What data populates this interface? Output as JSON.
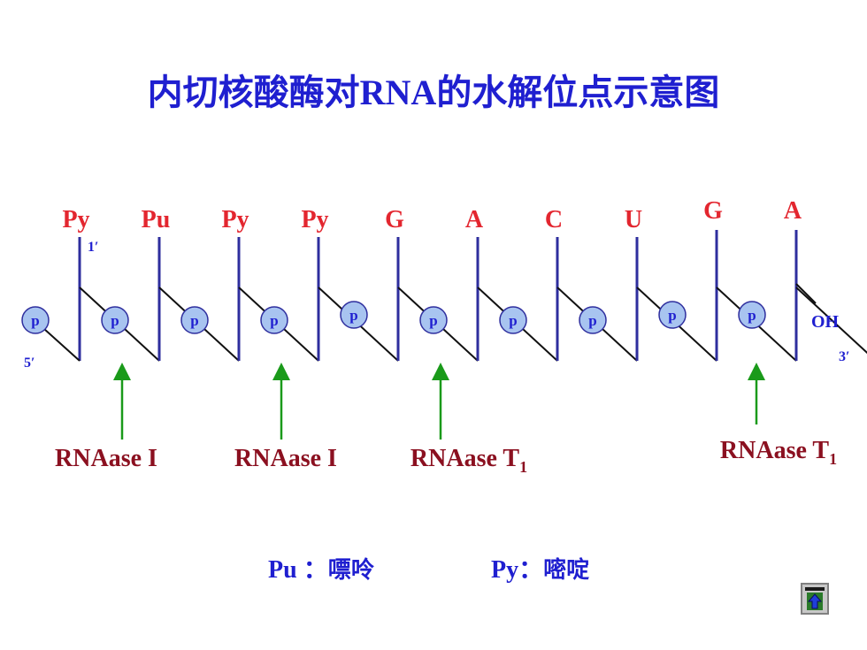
{
  "title": "内切核酸酶对RNA的水解位点示意图",
  "bases": [
    "Py",
    "Pu",
    "Py",
    "Py",
    "G",
    "A",
    "C",
    "U",
    "G",
    "A"
  ],
  "phosphate_label": "p",
  "labels": {
    "five_prime": "5′",
    "three_prime": "3′",
    "one_prime": "1′",
    "hydroxyl": "OH"
  },
  "enzymes": [
    {
      "name": "RNAase I",
      "subscript": "",
      "cut_after": 1
    },
    {
      "name": "RNAase I",
      "subscript": "",
      "cut_after": 3
    },
    {
      "name": "RNAase T",
      "subscript": "1",
      "cut_after": 5
    },
    {
      "name": "RNAase T",
      "subscript": "1",
      "cut_after": 9
    }
  ],
  "legend": {
    "pu_abbr": "Pu",
    "pu_sep": "：",
    "pu_name": "嘌呤",
    "py_abbr": "Py",
    "py_sep": "：",
    "py_name": "嘧啶"
  },
  "colors": {
    "title": "#1f1fd0",
    "base": "#e3262f",
    "backbone": "#2e2e9e",
    "phosphate_fill": "#a8c4f0",
    "enzyme": "#8b1020",
    "arrow": "#1a9a1a"
  },
  "nav_icon": "up-arrow-icon"
}
